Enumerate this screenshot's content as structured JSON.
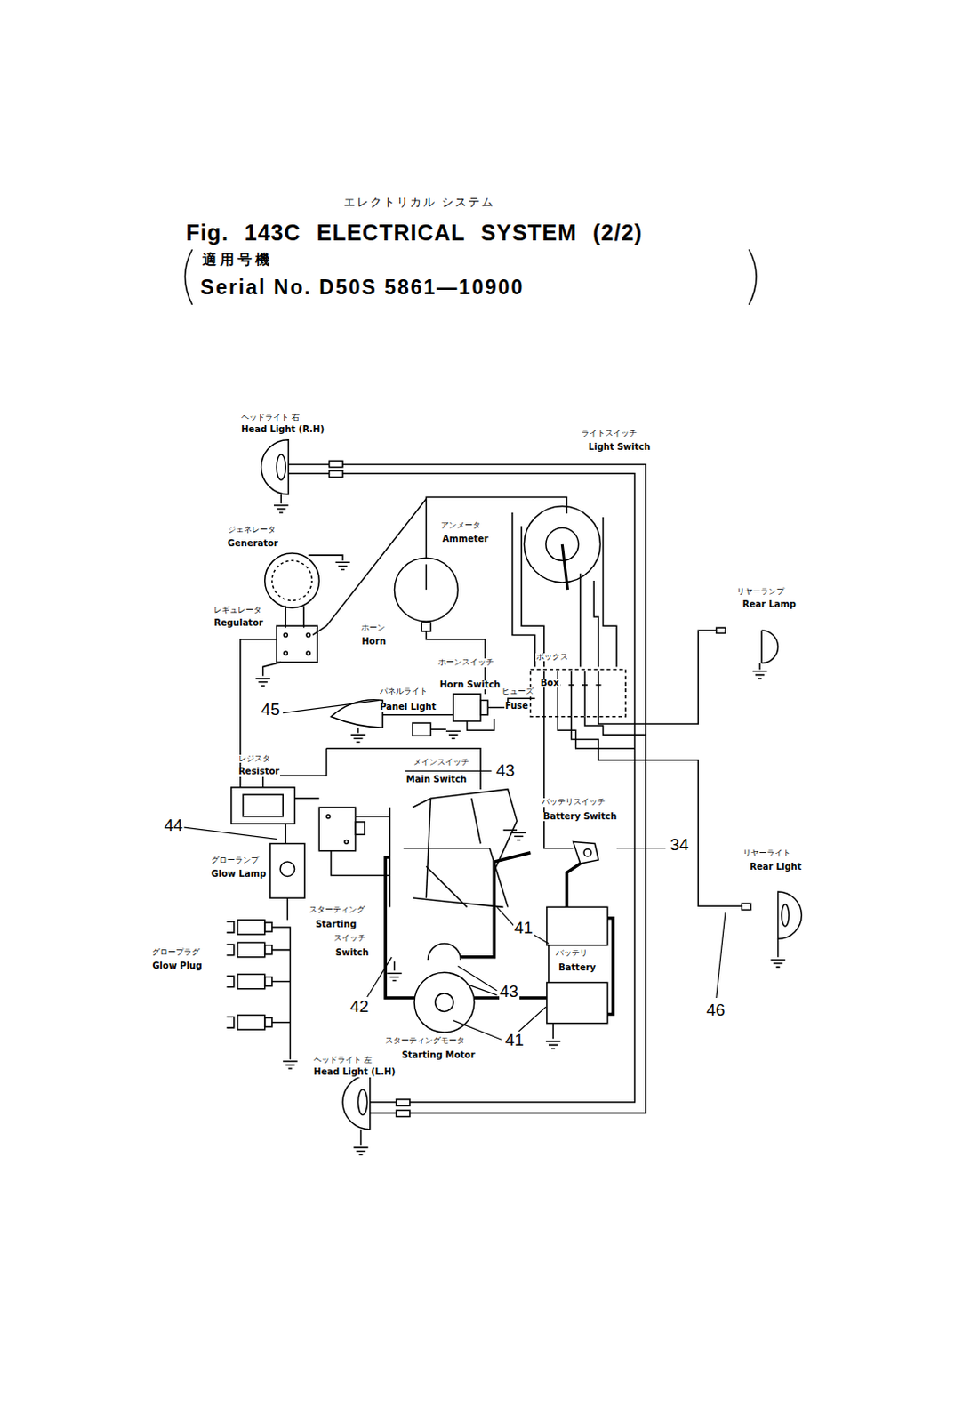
{
  "diagram": {
    "title": "Fig. 143C ELECTRICAL SYSTEM (2/2)",
    "labels": [
      "エレクトリカル システム",
      "適用号機",
      "Serial No. D50S 5861—10900",
      "ヘッドライト 右",
      "Head Light (R.H)",
      "ライトスイッチ",
      "Light Switch",
      "ジェネレータ",
      "Generator",
      "アンメータ",
      "Ammeter",
      "リヤーランプ",
      "Rear Lamp",
      "レギュレータ",
      "Regulator",
      "ホーン",
      "Horn",
      "ホーンスイッチ",
      "Horn Switch",
      "ボックス",
      "Box",
      "ヒューズ",
      "Fuse",
      "パネルライト",
      "Panel Light",
      "45",
      "メインスイッチ",
      "Main Switch",
      "43",
      "レジスタ",
      "Resistor",
      "バッテリスイッチ",
      "Battery Switch",
      "34",
      "リヤーライト",
      "Rear Light",
      "44",
      "グローランプ",
      "Glow Lamp",
      "スターティング",
      "Starting",
      "スイッチ",
      "Switch",
      "グロープラグ",
      "Glow Plug",
      "41",
      "バッテリ",
      "Battery",
      "43",
      "42",
      "46",
      "41",
      "スターティングモータ",
      "Starting Motor",
      "ヘッドライト 左",
      "Head Light (L.H)"
    ]
  }
}
